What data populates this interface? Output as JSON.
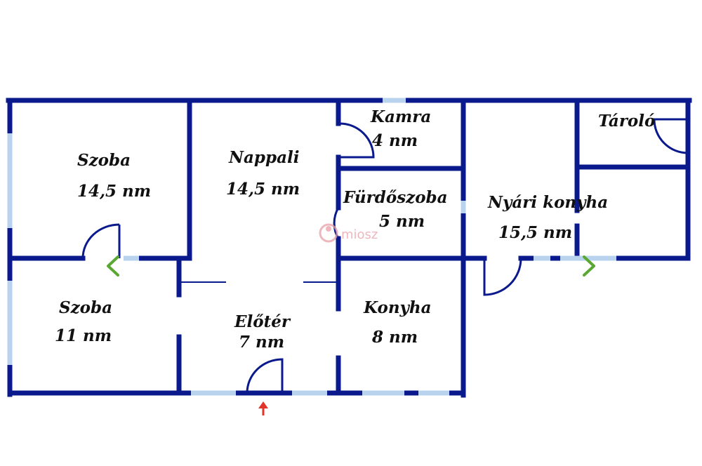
{
  "rooms": [
    {
      "name": "Szoba",
      "area": "14,5 nm"
    },
    {
      "name": "Nappali",
      "area": "14,5 nm"
    },
    {
      "name": "Kamra",
      "area": "4 nm"
    },
    {
      "name": "Tároló",
      "area": ""
    },
    {
      "name": "Fürdőszoba",
      "area": "5 nm"
    },
    {
      "name": "Nyári konyha",
      "area": "15,5 nm"
    },
    {
      "name": "Szoba",
      "area": "11 nm"
    },
    {
      "name": "Előtér",
      "area": "7 nm"
    },
    {
      "name": "Konyha",
      "area": "8 nm"
    }
  ],
  "watermark": "miosz",
  "colors": {
    "wall": "#0a1a8c",
    "window": "#b9d3ee",
    "entrance_arrow": "#e0342a",
    "passage_arrow": "#5aa832",
    "watermark": "#e8a0a8"
  },
  "icons": {
    "entrance": "red-up-arrow-icon",
    "passage": "green-chevron-icon",
    "watermark_logo": "miosz-logo-icon"
  }
}
